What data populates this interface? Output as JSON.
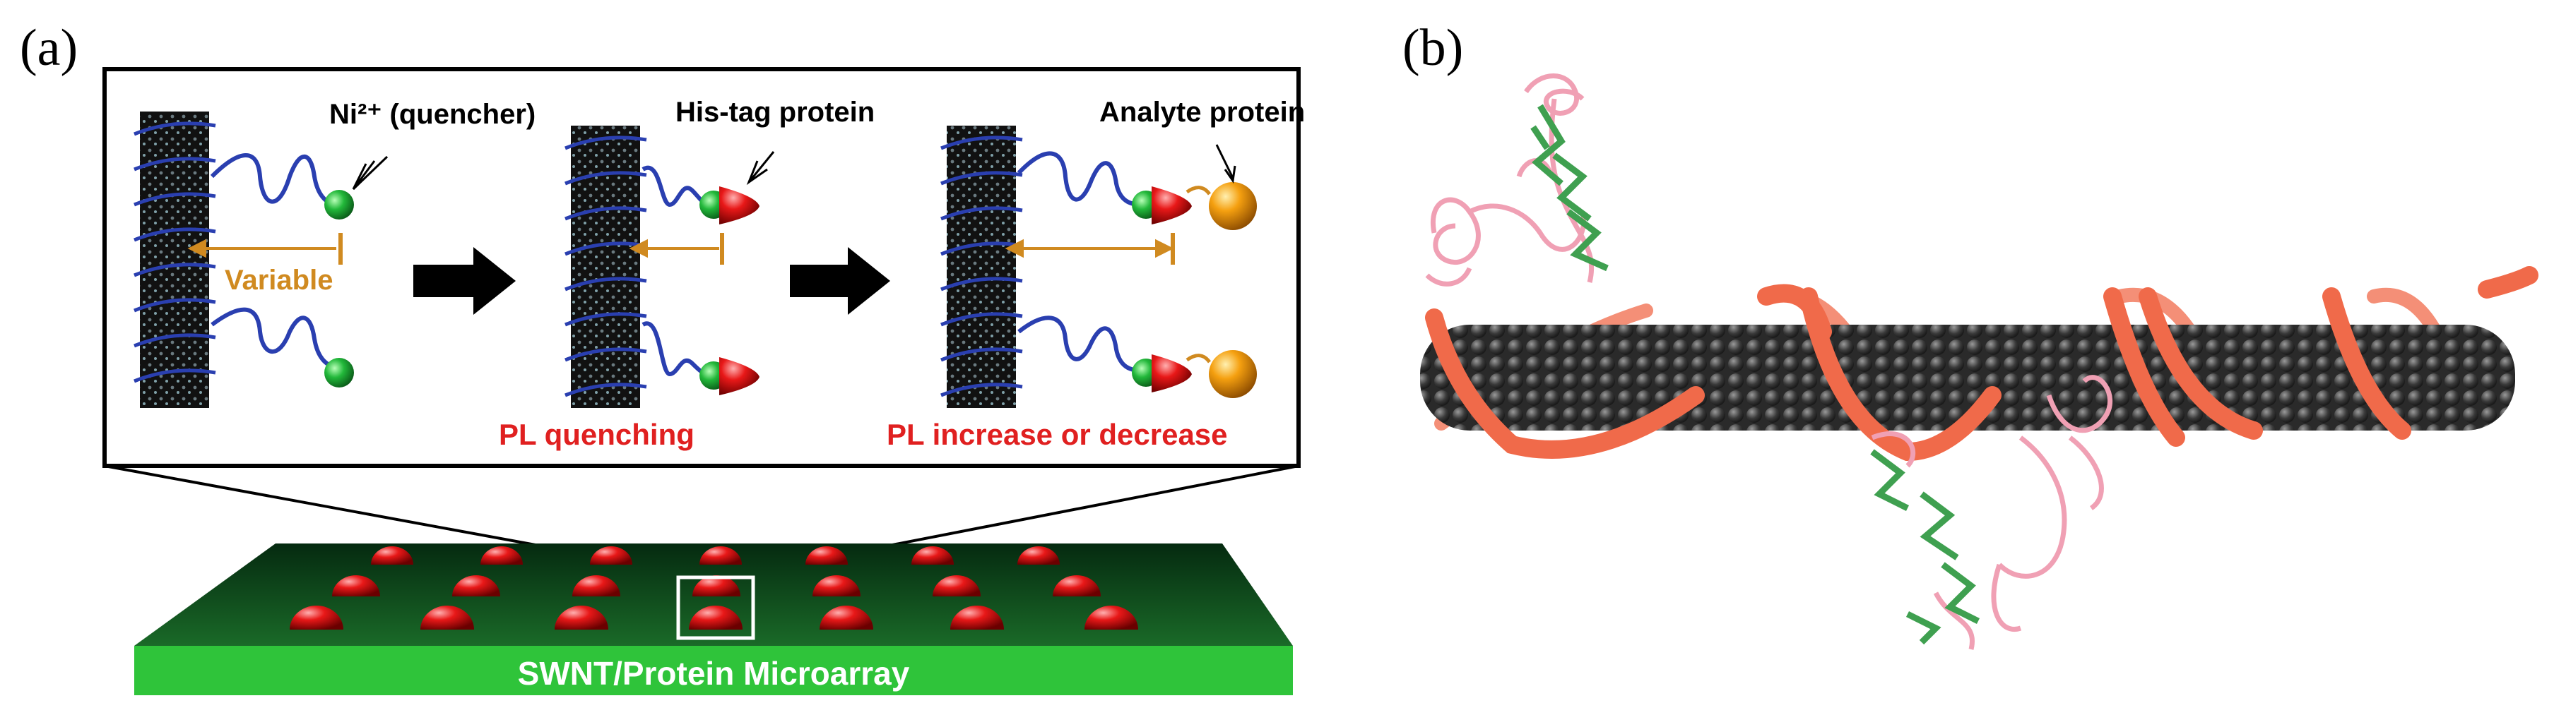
{
  "panel_a": {
    "label": "(a)",
    "quencher_label": "Ni²⁺ (quencher)",
    "variable_label": "Variable",
    "his_tag_label": "His-tag protein",
    "analyte_label": "Analyte protein",
    "pl_quenching_label": "PL quenching",
    "pl_change_label": "PL increase or decrease",
    "microarray_label": "SWNT/Protein Microarray"
  },
  "panel_b": {
    "label": "(b)"
  },
  "colors": {
    "dna_wrap": "#2a3fb0",
    "quencher": "#1fa83a",
    "his_tag": "#e01818",
    "analyte": "#f29a10",
    "variable": "#d08a20",
    "red_text": "#e02020",
    "microarray_top": "#0b3a16",
    "microarray_front": "#2fc43a",
    "helix": "#f06a4a",
    "nanotube": "#4a4a4a",
    "protein_pink": "#f0a0b4",
    "protein_green": "#3fa050"
  }
}
